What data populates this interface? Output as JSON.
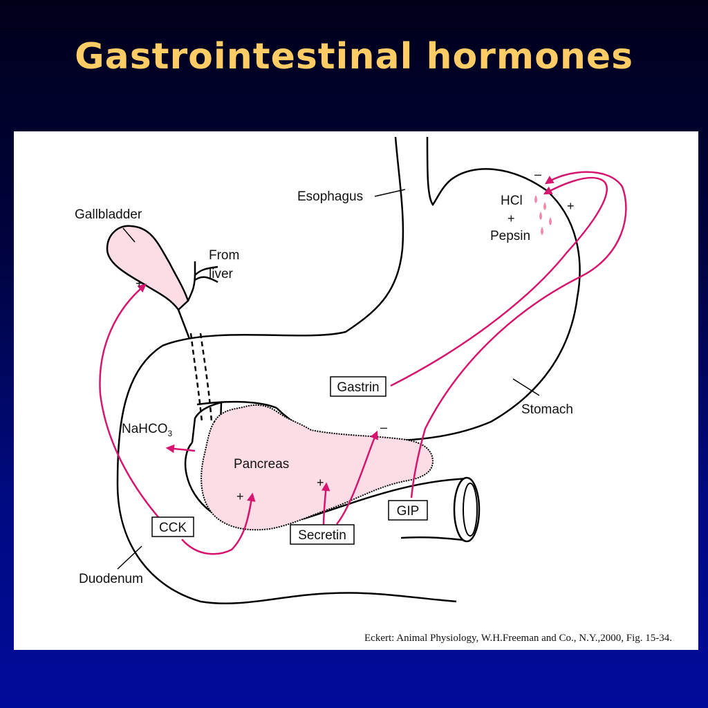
{
  "slide": {
    "title": "Gastrointestinal hormones"
  },
  "labels": {
    "esophagus": "Esophagus",
    "gallbladder": "Gallbladder",
    "from": "From",
    "liver": "liver",
    "hcl": "HCl",
    "plus_between": "+",
    "pepsin": "Pepsin",
    "nahco": "NaHCO",
    "nahco_sub": "3",
    "pancreas": "Pancreas",
    "stomach": "Stomach",
    "duodenum": "Duodenum"
  },
  "hormones": {
    "gastrin": "Gastrin",
    "cck": "CCK",
    "secretin": "Secretin",
    "gip": "GIP"
  },
  "signs": {
    "gallbladder_plus": "+",
    "stomach_minus": "–",
    "stomach_plus": "+",
    "pancreas_cck_plus": "+",
    "pancreas_secretin_plus": "+",
    "gip_minus": "–"
  },
  "citation": "Eckert: Animal Physiology, W.H.Freeman and Co., N.Y.,2000, Fig. 15-34.",
  "colors": {
    "title": "#ffcc66",
    "arrow": "#d6156e",
    "organ_fill": "#fcdde6",
    "drops": "#f08aa8"
  }
}
